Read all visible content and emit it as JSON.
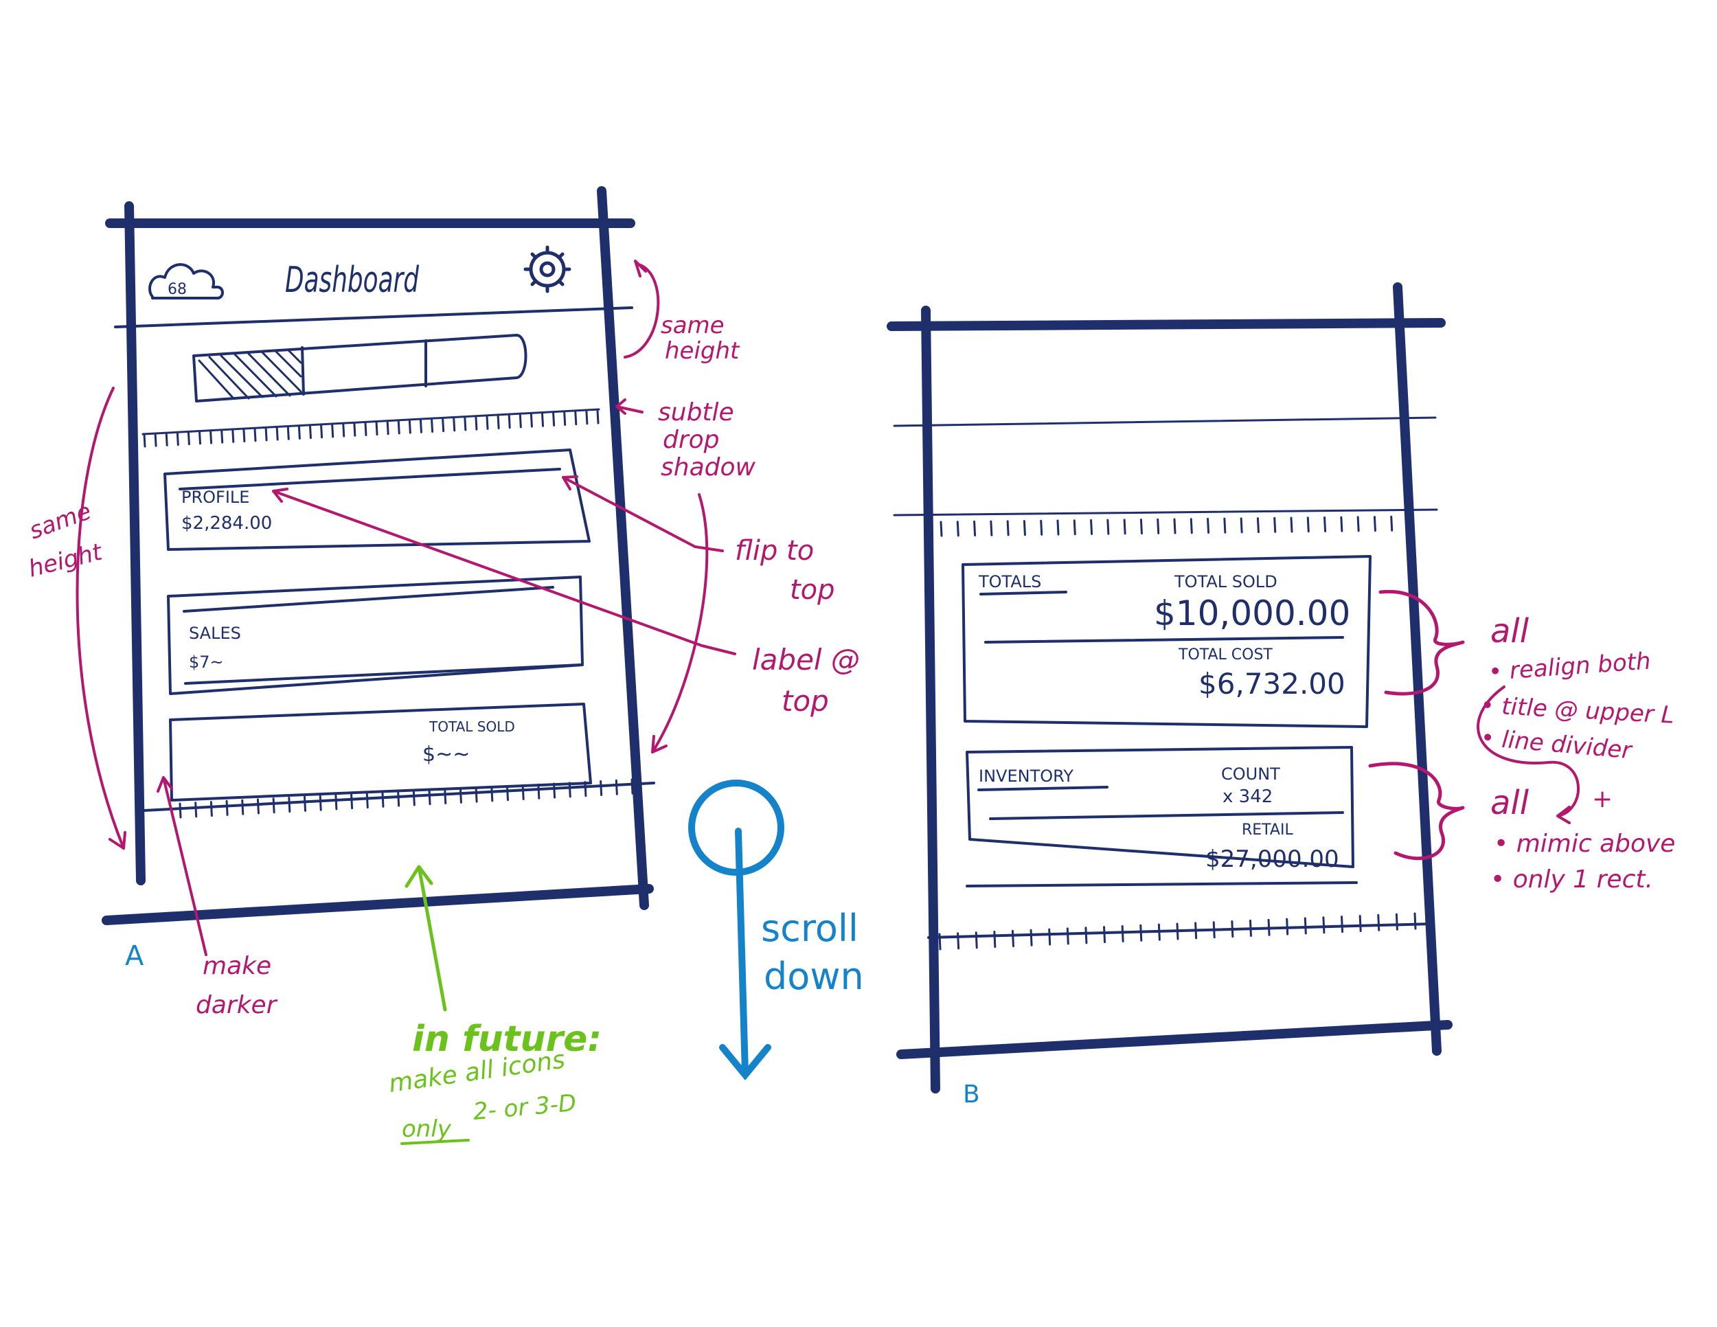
{
  "colors": {
    "ink": "#1f2f6b",
    "annotation": "#b3186e",
    "scroll": "#1583c9",
    "future": "#6cc21c",
    "paper": "#ffffff"
  },
  "sketch_a": {
    "label": "A",
    "header": {
      "title": "Dashboard",
      "left_icon": "cloud-icon",
      "left_icon_text": "68",
      "right_icon": "gear-icon"
    },
    "cards": [
      {
        "label": "PROFILE",
        "value": "$2,284.00"
      },
      {
        "label": "SALES",
        "value": "$7~"
      },
      {
        "label": "TOTAL SOLD",
        "value": "$~~"
      }
    ]
  },
  "sketch_b": {
    "label": "B",
    "totals_card": {
      "title": "TOTALS",
      "sold_label": "TOTAL SOLD",
      "sold_value": "$10,000.00",
      "cost_label": "TOTAL COST",
      "cost_value": "$6,732.00"
    },
    "inventory_card": {
      "title": "INVENTORY",
      "count_label": "COUNT",
      "count_value": "x 342",
      "retail_label": "RETAIL",
      "retail_value": "$27,000.00"
    }
  },
  "annotations": {
    "same_height_top": [
      "same",
      "height"
    ],
    "subtle_shadow": [
      "subtle",
      "drop",
      "shadow"
    ],
    "flip_to_top": [
      "flip to",
      "top"
    ],
    "label_at_top": [
      "label @",
      "top"
    ],
    "same_height_left": [
      "same",
      "height"
    ],
    "make_darker": [
      "make",
      "darker"
    ],
    "future_title": "in future:",
    "future_line1": "make all icons",
    "future_only": "only",
    "future_line2": "2- or 3-D",
    "scroll": [
      "scroll",
      "down"
    ],
    "all_1": "all",
    "bullets_1": [
      "realign both",
      "title @ upper L",
      "line divider"
    ],
    "all_2": "all",
    "bullets_2": [
      "mimic above",
      "only 1 rect."
    ],
    "plus": "+"
  }
}
